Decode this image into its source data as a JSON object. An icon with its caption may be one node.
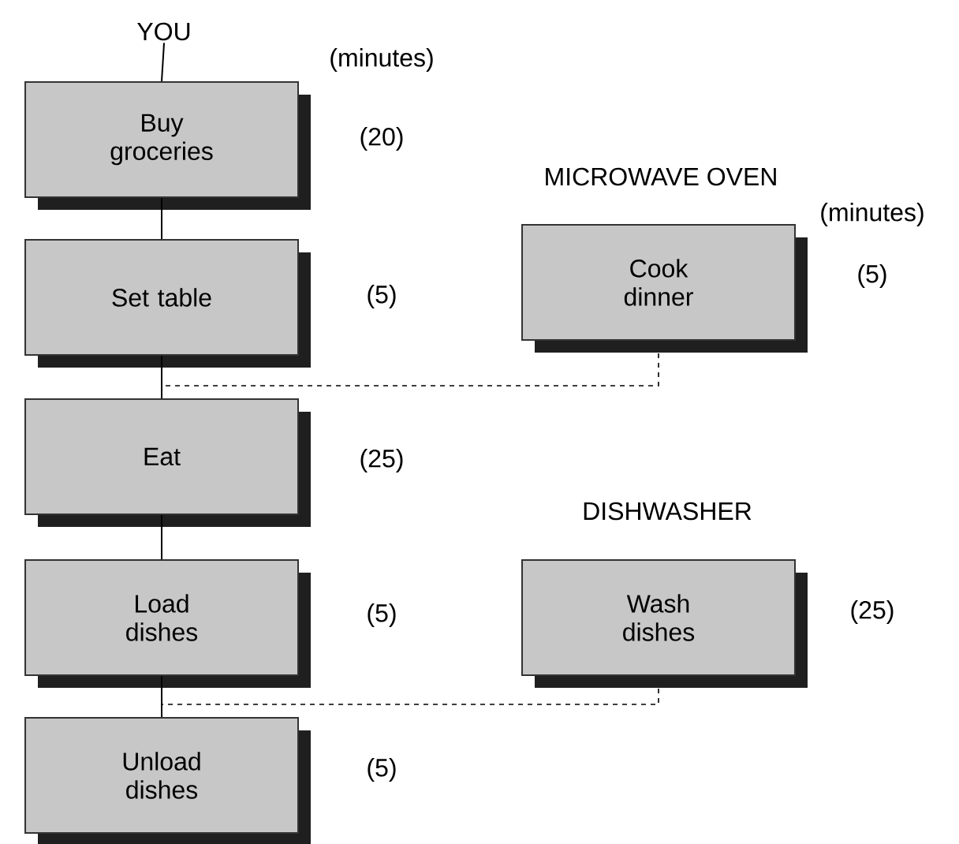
{
  "diagram": {
    "nodes": [
      {
        "text": [
          "YOU"
        ]
      },
      {
        "text": [
          "Buy groceries"
        ],
        "beside": [
          "(20)"
        ]
      },
      {
        "text": [
          "Set table"
        ],
        "beside": [
          "(5)"
        ]
      },
      {
        "text": [
          "Eat"
        ],
        "beside": [
          "(25)"
        ]
      },
      {
        "text": [
          "Load dishes"
        ],
        "beside": [
          "(5)"
        ]
      },
      {
        "text": [
          "Unload dishes"
        ],
        "beside": [
          "(5)"
        ]
      },
      {
        "text": [
          "Cook dinner"
        ],
        "beside": [
          "(5)"
        ]
      },
      {
        "text": [
          "Wash dishes"
        ],
        "beside": [
          "(25)"
        ]
      }
    ],
    "edges": [
      {
        "from": 0,
        "to": 1,
        "arrow": "none"
      },
      {
        "from": 1,
        "to": 2,
        "arrow": "none"
      },
      {
        "from": 2,
        "to": 3,
        "arrow": "none"
      },
      {
        "from": 3,
        "to": 4,
        "arrow": "none"
      },
      {
        "from": 4,
        "to": 5,
        "arrow": "none"
      },
      {
        "from": 6,
        "to": 3,
        "arrow": "none",
        "style": "dashed"
      },
      {
        "from": 7,
        "to": 5,
        "arrow": "none",
        "style": "dashed"
      }
    ],
    "labels": [
      "(minutes)",
      "MICROWAVE OVEN",
      "(minutes)",
      "DISHWASHER"
    ]
  }
}
